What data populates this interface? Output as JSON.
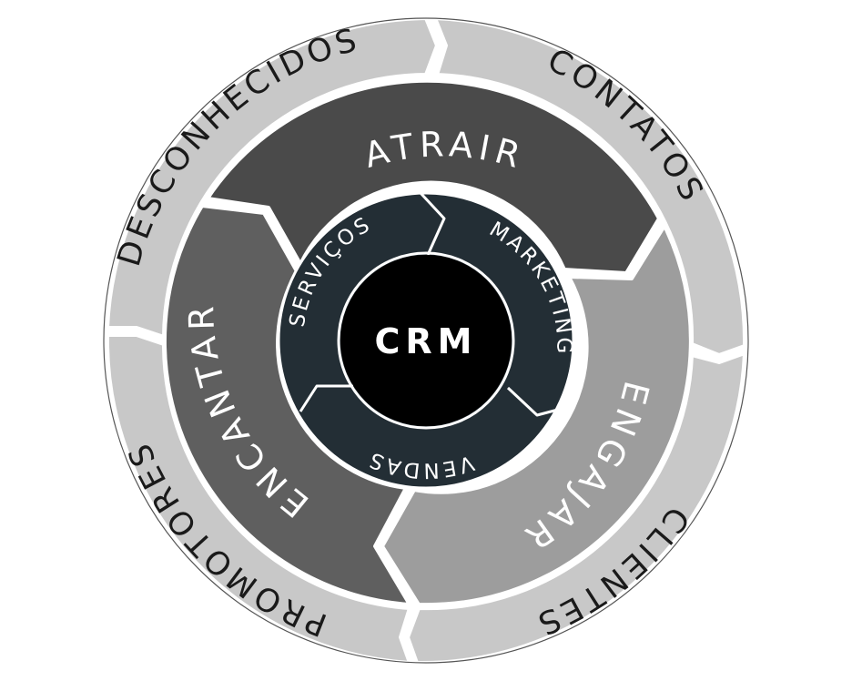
{
  "colors": {
    "outer_ring": "#c8c8c8",
    "middle_top": "#4a4a4a",
    "middle_left": "#5f5f5f",
    "middle_right": "#9d9d9d",
    "inner_ring": "#232e35",
    "core": "#000000",
    "outer_text": "#1a1a1a",
    "light_text": "#ffffff",
    "separator": "#ffffff"
  },
  "core": {
    "label": "CRM"
  },
  "inner_ring": {
    "segments": [
      {
        "id": "servicos",
        "label": "SERVIÇOS"
      },
      {
        "id": "marketing",
        "label": "MARKETING"
      },
      {
        "id": "vendas",
        "label": "VENDAS"
      }
    ]
  },
  "middle_ring": {
    "segments": [
      {
        "id": "atrair",
        "label": "ATRAIR"
      },
      {
        "id": "engajar",
        "label": "ENGAJAR"
      },
      {
        "id": "encantar",
        "label": "ENCANTAR"
      }
    ]
  },
  "outer_ring": {
    "segments": [
      {
        "id": "desconhecidos",
        "label": "DESCONHECIDOS"
      },
      {
        "id": "contatos",
        "label": "CONTATOS"
      },
      {
        "id": "clientes",
        "label": "CLIENTES"
      },
      {
        "id": "promotores",
        "label": "PROMOTORES"
      }
    ]
  }
}
